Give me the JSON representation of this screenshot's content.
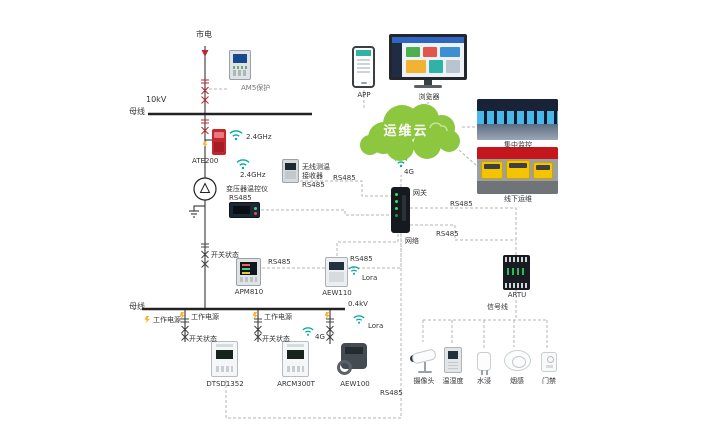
{
  "power": {
    "mains": "市电",
    "voltage_hv": "10kV",
    "busbar_hv": "母线",
    "voltage_lv": "0.4kV",
    "busbar_lv": "母线",
    "work_power": "工作电源",
    "switch_status": "开关状态"
  },
  "devices": {
    "relay": "AM5保护",
    "ate200": "ATE200",
    "receiver": [
      "无线测温",
      "接收器",
      "RS485"
    ],
    "transformer_monitor": "变压器温控仪",
    "apm810": "APM810",
    "aew110": "AEW110",
    "gateway": "网关",
    "artu": "ARTU",
    "dtsd1352": "DTSD1352",
    "arcm300t": "ARCM300T",
    "aew100": "AEW100"
  },
  "comm": {
    "rs485": "RS485",
    "ghz24": "2.4GHz",
    "g4": "4G",
    "lora": "Lora",
    "network": "网络",
    "signal_line": "信号线"
  },
  "cloud": {
    "label": "运维云"
  },
  "access": {
    "app": "APP",
    "browser": "浏览器"
  },
  "photos": {
    "central": "集中监控",
    "offline": "线下运维"
  },
  "sensors": {
    "camera": "摄像头",
    "temp_humidity": "温湿度",
    "water": "水浸",
    "smoke": "烟感",
    "door": "门禁"
  },
  "colors": {
    "cloud_green": "#8dc63f",
    "line_red": "#c1272d",
    "wireless_teal": "#00a99d",
    "power_yellow": "#f9b233"
  }
}
